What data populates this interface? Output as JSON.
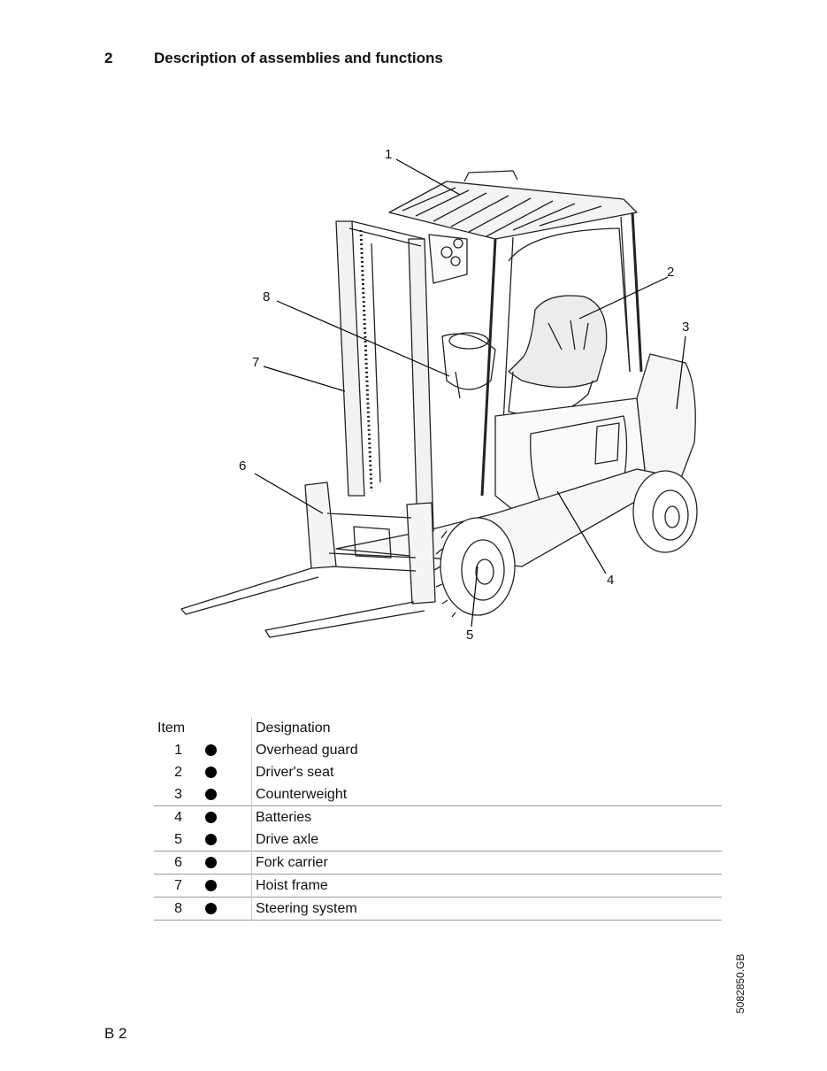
{
  "heading": {
    "number": "2",
    "title": "Description of assemblies and functions"
  },
  "figure": {
    "callouts": [
      "1",
      "2",
      "3",
      "4",
      "5",
      "6",
      "7",
      "8"
    ]
  },
  "table": {
    "header": {
      "item": "Item",
      "designation": "Designation"
    },
    "rows": [
      {
        "item": "1",
        "designation": "Overhead guard"
      },
      {
        "item": "2",
        "designation": "Driver's seat"
      },
      {
        "item": "3",
        "designation": "Counterweight"
      },
      {
        "item": "4",
        "designation": "Batteries"
      },
      {
        "item": "5",
        "designation": "Drive axle"
      },
      {
        "item": "6",
        "designation": "Fork carrier"
      },
      {
        "item": "7",
        "designation": "Hoist frame"
      },
      {
        "item": "8",
        "designation": "Steering system"
      }
    ]
  },
  "doc_id": "5082850.GB",
  "footer": {
    "page": "B 2"
  }
}
